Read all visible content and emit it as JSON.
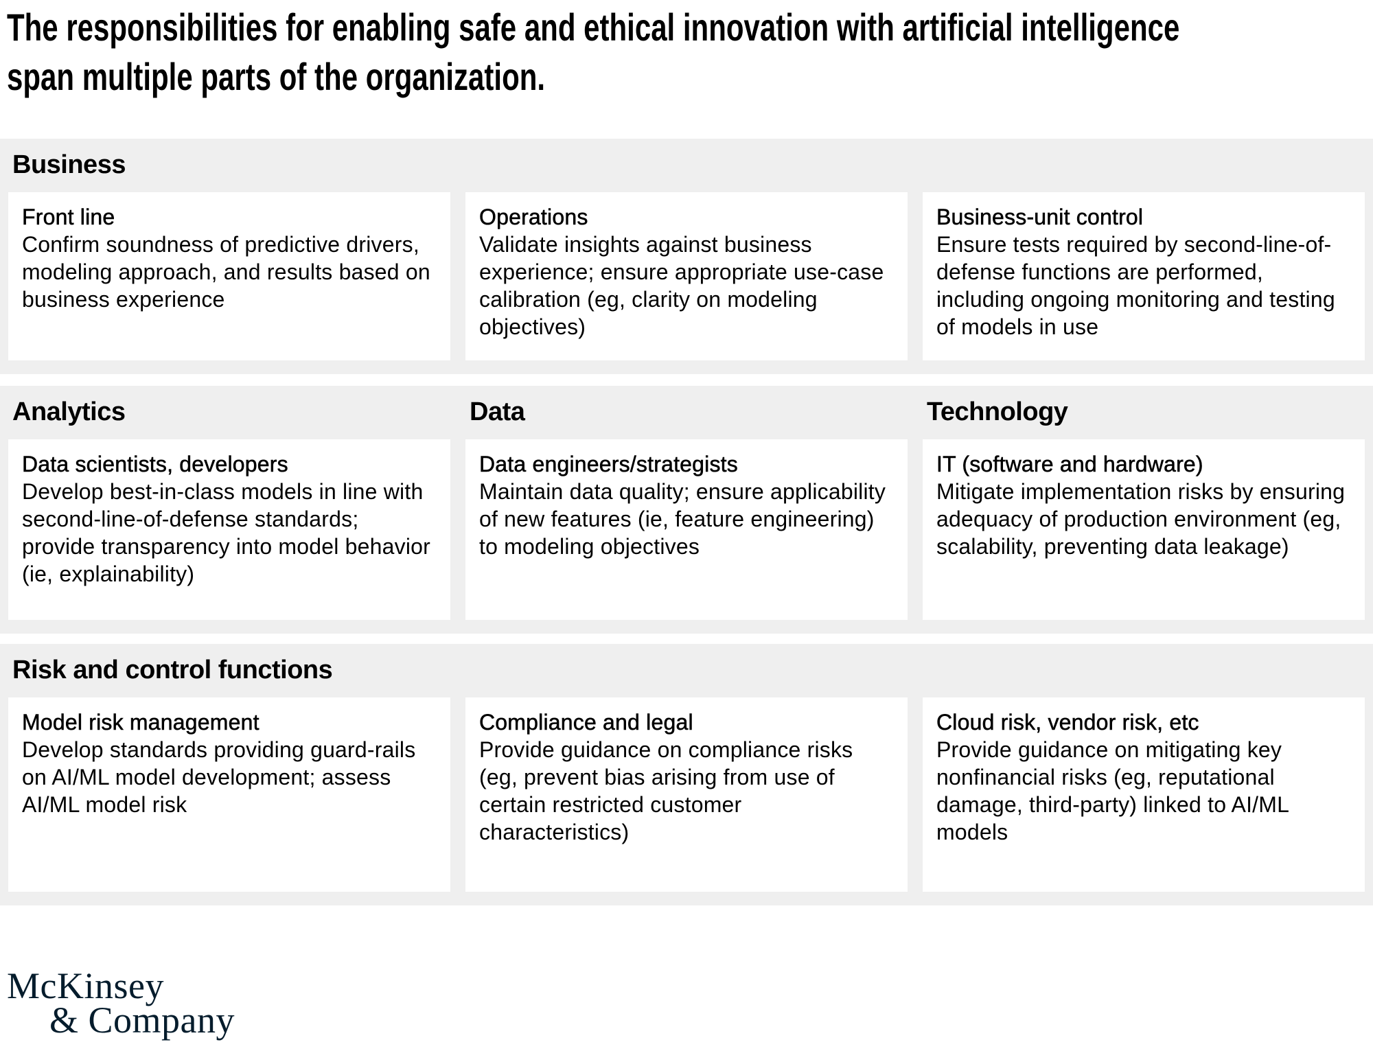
{
  "title": "The responsibilities for enabling safe and ethical innovation with artificial intelligence span multiple parts of the organization.",
  "colors": {
    "band_background": "#efefef",
    "card_background": "#ffffff",
    "text": "#000000",
    "logo_navy": "#051c2c"
  },
  "sections": [
    {
      "headers": [
        "Business"
      ],
      "cards": [
        {
          "title": "Front line",
          "body": "Confirm soundness of predictive drivers, modeling approach, and results based on business experience"
        },
        {
          "title": "Operations",
          "body": "Validate insights against business experience; ensure appropriate use-case calibration (eg, clarity on modeling objectives)"
        },
        {
          "title": "Business-unit control",
          "body": "Ensure tests required by second-line-of-defense functions are performed, including ongoing monitoring and testing of models in use"
        }
      ]
    },
    {
      "headers": [
        "Analytics",
        "Data",
        "Technology"
      ],
      "cards": [
        {
          "title": "Data scientists, developers",
          "body": "Develop best-in-class models in line with second-line-of-defense standards; provide transparency into model behavior (ie, explainability)"
        },
        {
          "title": "Data engineers/strategists",
          "body": "Maintain data quality; ensure applicability of new features (ie, feature engineering) to modeling objectives"
        },
        {
          "title": "IT (software and hardware)",
          "body": "Mitigate implementation risks by ensuring adequacy of production environment (eg, scalability, preventing data leakage)"
        }
      ]
    },
    {
      "headers": [
        "Risk and control functions"
      ],
      "cards": [
        {
          "title": "Model risk management",
          "body": "Develop standards providing guard-rails on AI/ML model development; assess AI/ML model risk"
        },
        {
          "title": "Compliance and legal",
          "body": "Provide guidance on compliance risks (eg, prevent bias arising from use of certain restricted customer characteristics)"
        },
        {
          "title": "Cloud risk, vendor risk, etc",
          "body": "Provide guidance on mitigating key nonfinancial risks (eg, reputational damage, third-party) linked to AI/ML models"
        }
      ]
    }
  ],
  "logo": {
    "line1": "McKinsey",
    "line2": "& Company"
  }
}
